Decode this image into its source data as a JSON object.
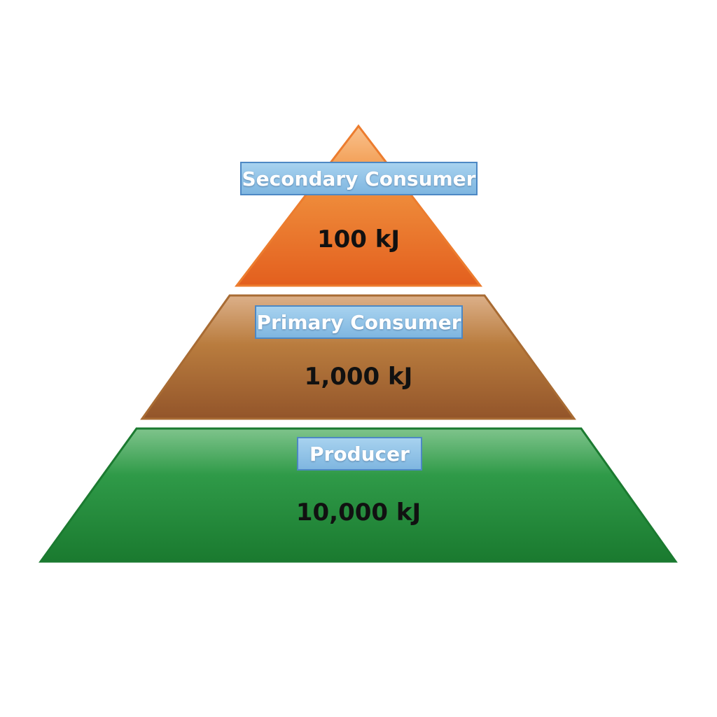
{
  "levels": [
    {
      "label": "Secondary Consumer",
      "value": "100 kJ",
      "color": "#e8762b"
    },
    {
      "label": "Primary Consumer",
      "value": "1,000 kJ",
      "color": "#b5763a"
    },
    {
      "label": "Producer",
      "value": "10,000 kJ",
      "color": "#1f8f3a"
    }
  ]
}
